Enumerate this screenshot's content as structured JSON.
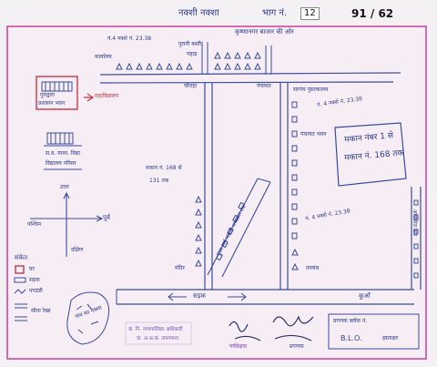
{
  "header": {
    "title": "नक्शी नक्शा",
    "ward_label": "भाग नं.",
    "ward_no": "12",
    "page_ref": "91 / 62"
  },
  "sheet": {
    "top_road_label": "कृष्णानगर बाजार की ओर",
    "top_left_note": "नं.4 नक्शे नं. 23.38",
    "top_mid_note": "पुरानी बस्ती",
    "top_mid_note2": "पहाड़",
    "left_block_label": "गुरुद्वारा",
    "left_block_label2": "प्रशासन भवन",
    "left_top_note": "कार्यालय",
    "red_arrow_label": "महाविद्यालय",
    "second_block_label": "स.व. माध्य. विद्या",
    "second_block_label2": "विद्यालय परिसर",
    "junction_left": "चौराहा",
    "junction_right": "पंचायत",
    "right_top_note": "सरपंच पुस्तकालय",
    "right_side_note": "नं. 4 नक्शे नं. 23.38",
    "mid_left_note1": "मकान नं. 168 से",
    "mid_left_note2": "131 तक",
    "slant_road_label": "मुख्य मार्ग गांव से अस्पताल तक",
    "mid_right_label": "पंचायत भवन",
    "right_note_2": "नं. 4 नक्शे नं. 23.38",
    "stamp_line1": "मकान नंबर 1 से",
    "stamp_line2": "मकान नं. 168 तक",
    "right_vertical_label": "अवस्थित ग्राम",
    "bottom_road_label": "सड़क",
    "bottom_left_label": "मंदिर",
    "bottom_right_label": "तालाब",
    "bottom_right_label2": "कुआँ",
    "compass_north": "उत्तर",
    "compass_east": "पूर्व",
    "compass_south": "दक्षिण",
    "compass_west": "पश्चिम",
    "legend_title": "संकेत",
    "legend_house": "घर",
    "legend_road": "सड़क",
    "legend_path": "पगडंडी",
    "legend_boundary": "सीमा रेखा",
    "village_label": "गांव का नक्शा",
    "sig1_line1": "कं. नि. नगरपालिका अधिकारी",
    "sig1_line2": "कं. अ.अ.क. जनगणना",
    "sig2": "पर्यवेक्षक",
    "sig3": "प्रगणक",
    "bottom_box_line1": "प्रगणक ब्लॉक नं.",
    "bottom_box_line2": "B.L.O.",
    "bottom_box_line3": "हस्ताक्षर"
  }
}
